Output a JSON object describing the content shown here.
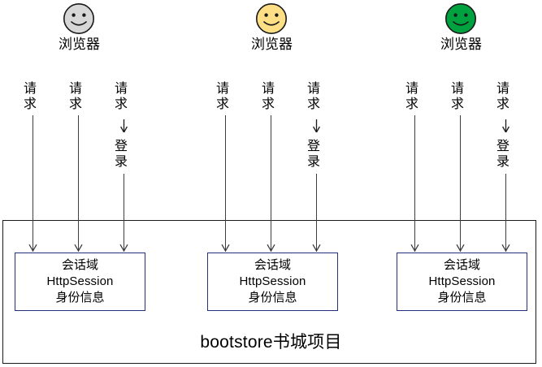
{
  "diagram": {
    "title_bottom": "bootstore书城项目",
    "container_border_color": "#1a1a1a",
    "box_border_color": "#23307c",
    "line_color": "#3d3d3d"
  },
  "groups": [
    {
      "id": "group-1",
      "actor_label": "浏览器",
      "actor_icon": "smiley-face-icon",
      "actor_color": "#d7d7d7",
      "requests": [
        {
          "label": "请求",
          "has_login": false,
          "login_label": ""
        },
        {
          "label": "请求",
          "has_login": false,
          "login_label": ""
        },
        {
          "label": "请求",
          "has_login": true,
          "login_label": "登录"
        }
      ],
      "box": {
        "line1": "会话域",
        "line2": "HttpSession",
        "line3": "身份信息"
      }
    },
    {
      "id": "group-2",
      "actor_label": "浏览器",
      "actor_icon": "smiley-face-icon",
      "actor_color": "#ffdf86",
      "requests": [
        {
          "label": "请求",
          "has_login": false,
          "login_label": ""
        },
        {
          "label": "请求",
          "has_login": false,
          "login_label": ""
        },
        {
          "label": "请求",
          "has_login": true,
          "login_label": "登录"
        }
      ],
      "box": {
        "line1": "会话域",
        "line2": "HttpSession",
        "line3": "身份信息"
      }
    },
    {
      "id": "group-3",
      "actor_label": "浏览器",
      "actor_icon": "smiley-face-icon",
      "actor_color": "#00a13f",
      "requests": [
        {
          "label": "请求",
          "has_login": false,
          "login_label": ""
        },
        {
          "label": "请求",
          "has_login": false,
          "login_label": ""
        },
        {
          "label": "请求",
          "has_login": true,
          "login_label": "登录"
        }
      ],
      "box": {
        "line1": "会话域",
        "line2": "HttpSession",
        "line3": "身份信息"
      }
    }
  ]
}
